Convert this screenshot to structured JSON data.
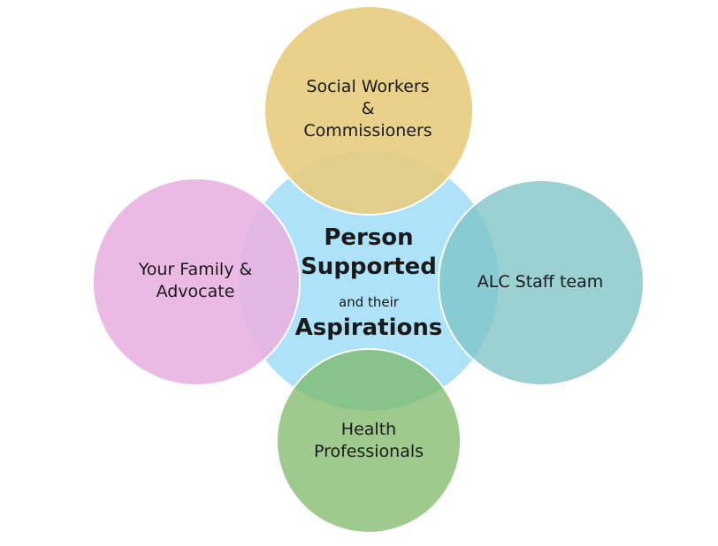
{
  "diagram": {
    "center": {
      "line1": "Person",
      "line2": "Supported",
      "line3": "and their",
      "line4": "Aspirations",
      "color": "#ade2f8"
    },
    "nodes": [
      {
        "id": "social-workers",
        "lines": [
          "Social Workers",
          "&",
          "Commissioners"
        ],
        "color": "#e7cc7e"
      },
      {
        "id": "family",
        "lines": [
          "Your Family &",
          "Advocate"
        ],
        "color": "#e8b3e1"
      },
      {
        "id": "alc-staff",
        "lines": [
          "ALC Staff team"
        ],
        "color": "#9ad0d1"
      },
      {
        "id": "health",
        "lines": [
          "Health",
          "Professionals"
        ],
        "color": "#9cc68a"
      }
    ]
  }
}
